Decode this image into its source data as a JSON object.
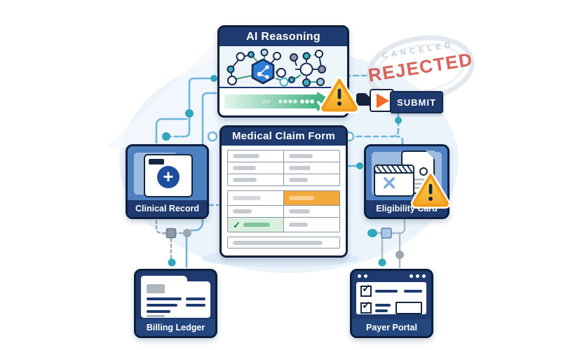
{
  "ai_reasoning": {
    "title": "AI Reasoning"
  },
  "claim_form": {
    "title": "Medical Claim Form"
  },
  "nodes": {
    "clinical_record": {
      "label": "Clinical Record"
    },
    "eligibility_card": {
      "label": "Eligibility Card"
    },
    "billing_ledger": {
      "label": "Billing Ledger"
    },
    "payer_portal": {
      "label": "Payer Portal"
    }
  },
  "stamp": {
    "top": "CANCELED",
    "main": "REJECTED"
  },
  "actions": {
    "submit_label": "SUBMIT"
  },
  "icons": {
    "check": "✓",
    "cross_x": "✕",
    "plus_medical": "+",
    "warning": "!",
    "play": "▶",
    "flag": "document-flag",
    "network": "ai-node-graph"
  },
  "colors": {
    "navy": "#1E3A6E",
    "border_dark": "#0D1F3C",
    "card_blue": "#4E80C1",
    "panel_blue": "#9DBBDF",
    "amber": "#F2A93B",
    "green_arrow": "#2EA878",
    "green_row": "#D9F0E1",
    "teal_node": "#2FA8BD",
    "line_blue": "#6FB6DC",
    "warning_fill": "#FFC84A",
    "warning_border": "#EE9D1C",
    "rejected_red": "#D9584F",
    "canceled_gray": "#B9C5D1",
    "blob": "#EBF4FB"
  }
}
